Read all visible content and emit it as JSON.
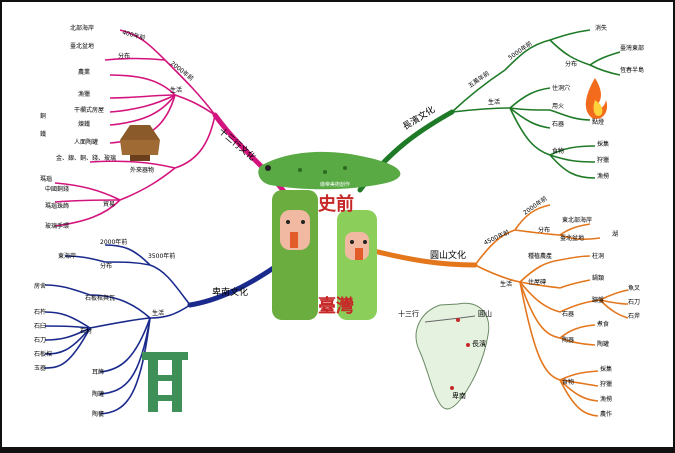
{
  "center": {
    "title_top": "史前",
    "title_bottom": "臺灣",
    "credit": "綠帝美術創作"
  },
  "colors": {
    "shisanhang": "#d4147e",
    "changbin": "#1e7a26",
    "yuanshan": "#e4761c",
    "beinan": "#1a2a8c"
  },
  "shisanhang": {
    "label": "十三行文化",
    "age": "2000年前",
    "age_children": [
      {
        "label": "400年前"
      },
      {
        "label": "分布",
        "items": [
          "北部海岸",
          "臺北盆地"
        ]
      }
    ],
    "life": "生活",
    "life_items": [
      "農業",
      "漁獵",
      "干欄式房屋",
      "煉鐵",
      "人面陶罐"
    ],
    "side_items": [
      "銅",
      "鐵"
    ],
    "trade": "外來器物",
    "trade_items": [
      "金、銀、銅、錢、玻璃"
    ],
    "trade_sub": "貿易",
    "trade_sub_items": [
      "瑪瑙",
      "中國銅錢",
      "瑪瑙珠飾",
      "玻璃手環"
    ]
  },
  "changbin": {
    "label": "長濱文化",
    "age": "五萬年前",
    "age_sub": "5000年前",
    "age_items": [
      "消失",
      "分布"
    ],
    "dist_items": [
      "臺灣東部",
      "恆春半島"
    ],
    "life": "生活",
    "life_groups": [
      {
        "label": "住洞穴",
        "items": []
      },
      {
        "label": "用火",
        "items": [
          "點燈"
        ]
      },
      {
        "label": "石器",
        "items": []
      },
      {
        "label": "食物",
        "items": [
          "採集",
          "狩獵",
          "漁撈"
        ]
      }
    ]
  },
  "yuanshan": {
    "label": "圓山文化",
    "age": "4500年前",
    "age_sub": "2000年前",
    "dist": "分布",
    "dist_items": [
      "東北部海岸",
      "臺北盆地",
      "湖"
    ],
    "life": "生活",
    "life_groups": [
      {
        "label": "種植農產",
        "items": [
          "柱洞"
        ]
      },
      {
        "label": "住屋磚",
        "items": [
          "鍋類"
        ]
      },
      {
        "label": "石器",
        "items": [
          "蹦盤",
          "魚叉",
          "石刀",
          "石斧"
        ]
      },
      {
        "label": "陶器",
        "items": [
          "煮食",
          "陶罐"
        ]
      },
      {
        "label": "食物",
        "items": [
          "採集",
          "狩獵",
          "漁撈",
          "農作"
        ]
      }
    ]
  },
  "beinan": {
    "label": "卑南文化",
    "age": "3500年前",
    "age_sub": "2000年前",
    "dist": "分布",
    "dist_items": [
      "東海岸"
    ],
    "life": "生活",
    "life_items": [
      "房舍",
      "石板棺與瓦",
      "石材",
      "石杵",
      "石臼",
      "石刀",
      "石板棺",
      "玉器",
      "耳飾",
      "陶罐",
      "陶甕"
    ]
  },
  "map": {
    "labels": [
      "十三行",
      "圓山",
      "長濱",
      "卑南"
    ]
  }
}
